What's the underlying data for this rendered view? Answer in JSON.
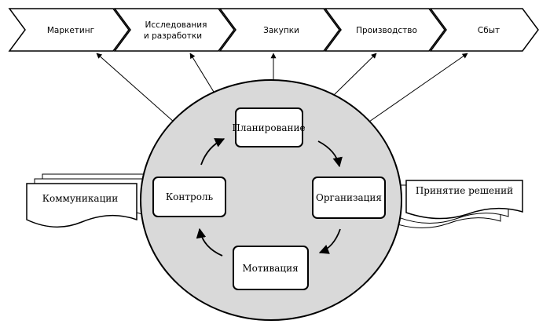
{
  "value_chain": [
    {
      "lines": [
        "Маркетинг"
      ]
    },
    {
      "lines": [
        "Исследования",
        "и разработки"
      ]
    },
    {
      "lines": [
        "Закупки"
      ]
    },
    {
      "lines": [
        "Производство"
      ]
    },
    {
      "lines": [
        "Сбыт"
      ]
    }
  ],
  "cycle": {
    "top": "Планирование",
    "right": "Организация",
    "bottom": "Мотивация",
    "left": "Контроль"
  },
  "side_docs": {
    "left": "Коммуникации",
    "right": "Принятие решений"
  },
  "colors": {
    "circle_fill": "#d9d9d9",
    "stroke": "#000000",
    "box_fill": "#ffffff"
  }
}
